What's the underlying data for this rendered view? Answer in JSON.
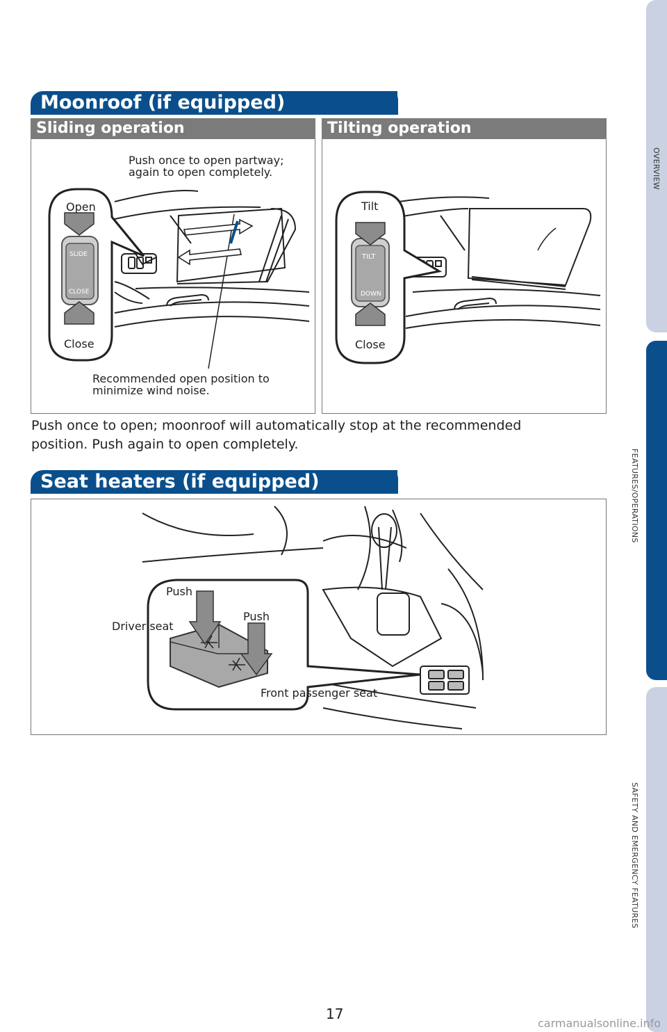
{
  "side_tabs": [
    {
      "label": "OVERVIEW"
    },
    {
      "label": "FEATURES/OPERATIONS"
    },
    {
      "label": "SAFETY AND EMERGENCY FEATURES"
    }
  ],
  "moonroof": {
    "title": "Moonroof (if equipped)",
    "sliding": {
      "heading": "Sliding operation",
      "callout_top": [
        "Push once to open partway;",
        "again to open completely."
      ],
      "open_label": "Open",
      "close_label": "Close",
      "switch_top": "SLIDE",
      "switch_bottom": "CLOSE",
      "callout_bottom": [
        "Recommended open position to",
        "minimize wind noise."
      ]
    },
    "tilting": {
      "heading": "Tilting operation",
      "tilt_label": "Tilt",
      "close_label": "Close",
      "switch_top": "TILT",
      "switch_bottom": "DOWN"
    },
    "description": [
      "Push once to open; moonroof will automatically stop at the recommended",
      "position. Push again to open completely."
    ]
  },
  "seat_heaters": {
    "title": "Seat heaters (if equipped)",
    "push_left": "Push",
    "push_right": "Push",
    "driver_label": "Driver seat",
    "passenger_label": "Front passenger seat"
  },
  "page_number": "17",
  "watermark": "carmanualsonline.info",
  "colors": {
    "brand_blue": "#0a4f8c",
    "subhead_gray": "#7b7b7b",
    "tab_light": "#c9d1e2",
    "arrow_gray": "#8c8c8c"
  }
}
